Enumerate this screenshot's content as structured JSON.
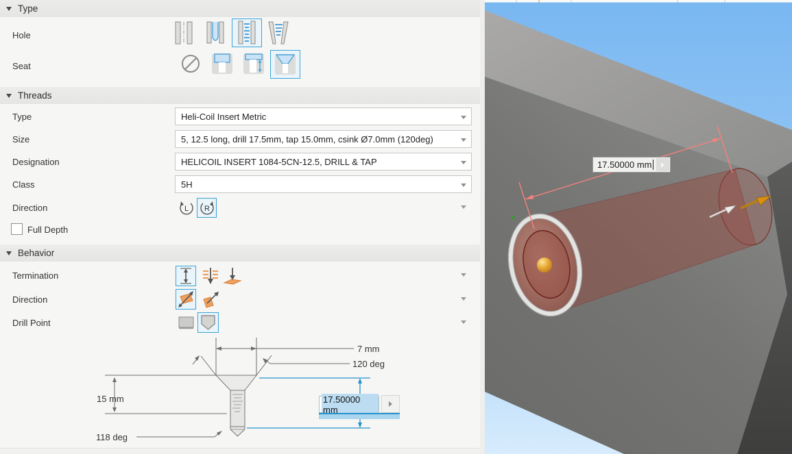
{
  "panel": {
    "sections": {
      "type": "Type",
      "threads": "Threads",
      "behavior": "Behavior"
    },
    "type": {
      "hole_label": "Hole",
      "seat_label": "Seat",
      "hole_selected": "tapped",
      "seat_selected": "countersink"
    },
    "threads": {
      "type_label": "Type",
      "type_value": "Heli-Coil Insert Metric",
      "size_label": "Size",
      "size_value": "5, 12.5 long, drill 17.5mm, tap 15.0mm, csink Ø7.0mm (120deg)",
      "designation_label": "Designation",
      "designation_value": "HELICOIL INSERT 1084-5CN-12.5, DRILL & TAP",
      "class_label": "Class",
      "class_value": "5H",
      "direction_label": "Direction",
      "left_letter": "L",
      "right_letter": "R",
      "direction_selected": "right-hand",
      "full_depth_label": "Full Depth",
      "full_depth_checked": false
    },
    "behavior": {
      "termination_label": "Termination",
      "termination_selected": "distance",
      "direction_label": "Direction",
      "direction_selected": "default",
      "drill_point_label": "Drill Point",
      "drill_point_selected": "angle"
    },
    "diagram": {
      "csink_diameter": "7 mm",
      "csink_angle": "120 deg",
      "thread_depth": "15 mm",
      "drill_point_angle": "118 deg",
      "depth_value": "17.50000 mm"
    }
  },
  "viewport": {
    "depth_value": "17.50000 mm"
  },
  "colors": {
    "accent_blue": "#3ba3d6",
    "icon_blue": "#4da4d9",
    "icon_orange": "#eda05f",
    "dimension_blue": "#2592cc",
    "dimension_red": "#f2837d",
    "sky_top": "#79b7f1",
    "sky_bottom": "#d7ecfd"
  }
}
